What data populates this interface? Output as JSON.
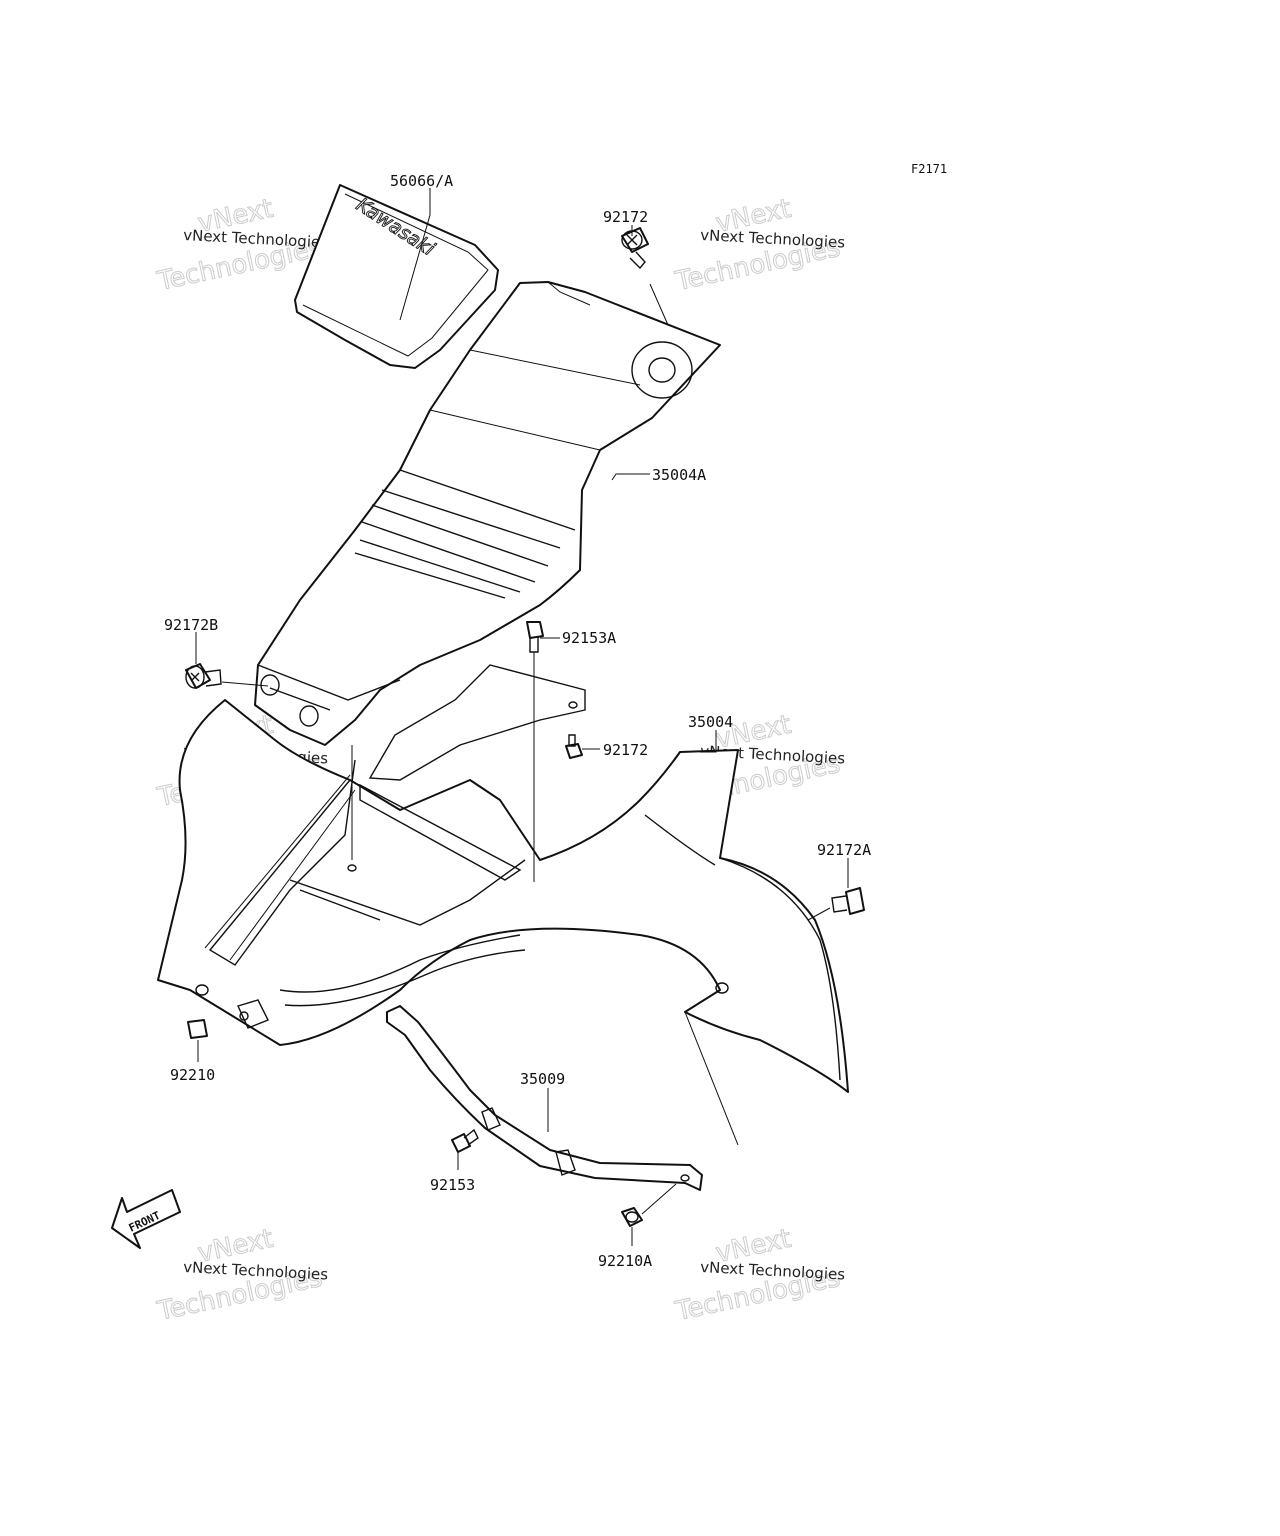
{
  "figure_code": "F2171",
  "logo_text": "Kawasaki",
  "front_label": "FRONT",
  "parts": {
    "p56066A": "56066/A",
    "p92172_top": "92172",
    "p35004A": "35004A",
    "p92172B": "92172B",
    "p92153A": "92153A",
    "p35004": "35004",
    "p92172_mid": "92172",
    "p92172A": "92172A",
    "p92210": "92210",
    "p35009": "35009",
    "p92153": "92153",
    "p92210A": "92210A"
  },
  "watermark": {
    "line1": "vNext",
    "line2": "Technologies",
    "small": "vNext Technologies"
  }
}
